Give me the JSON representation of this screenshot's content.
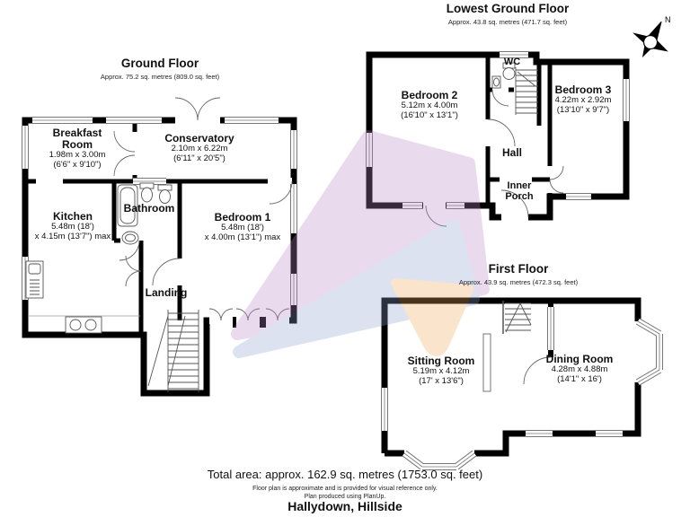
{
  "property": {
    "name": "Hallydown, Hillside"
  },
  "compass": {
    "label": "N"
  },
  "footer": {
    "total_area": "Total area: approx. 162.9 sq. metres (1753.0 sq. feet)",
    "disclaimer_line1": "Floor plan is approximate and is provided for visual reference only.",
    "disclaimer_line2": "Plan produced using PlanUp."
  },
  "floors": [
    {
      "title": "Ground Floor",
      "area": "Approx. 75.2 sq. metres (809.0 sq. feet)",
      "rooms": [
        {
          "name": "Breakfast Room",
          "dims_metric": "1.98m x 3.00m",
          "dims_imperial": "(6'6\" x 9'10\")"
        },
        {
          "name": "Conservatory",
          "dims_metric": "2.10m x 6.22m",
          "dims_imperial": "(6'11\" x 20'5\")"
        },
        {
          "name": "Kitchen",
          "dims_metric": "5.48m (18')",
          "dims_imperial": "x 4.15m (13'7\") max"
        },
        {
          "name": "Bathroom"
        },
        {
          "name": "Bedroom 1",
          "dims_metric": "5.48m (18')",
          "dims_imperial": "x 4.00m (13'1\") max"
        },
        {
          "name": "Landing"
        }
      ]
    },
    {
      "title": "Lowest Ground Floor",
      "area": "Approx. 43.8 sq. metres (471.7 sq. feet)",
      "rooms": [
        {
          "name": "Bedroom 2",
          "dims_metric": "5.12m x 4.00m",
          "dims_imperial": "(16'10\" x 13'1\")"
        },
        {
          "name": "Bedroom 3",
          "dims_metric": "4.22m x 2.92m",
          "dims_imperial": "(13'10\" x 9'7\")"
        },
        {
          "name": "WC"
        },
        {
          "name": "Hall"
        },
        {
          "name": "Inner Porch"
        }
      ]
    },
    {
      "title": "First Floor",
      "area": "Approx. 43.9 sq. metres (472.3 sq. feet)",
      "rooms": [
        {
          "name": "Sitting Room",
          "dims_metric": "5.19m x 4.12m",
          "dims_imperial": "(17' x 13'6\")"
        },
        {
          "name": "Dining Room",
          "dims_metric": "4.28m x 4.88m",
          "dims_imperial": "(14'1\" x 16')"
        }
      ]
    }
  ],
  "watermark": {
    "colors": {
      "pink": "#b98cc6",
      "blue": "#8fa3cf",
      "orange": "#f0a95a"
    }
  }
}
